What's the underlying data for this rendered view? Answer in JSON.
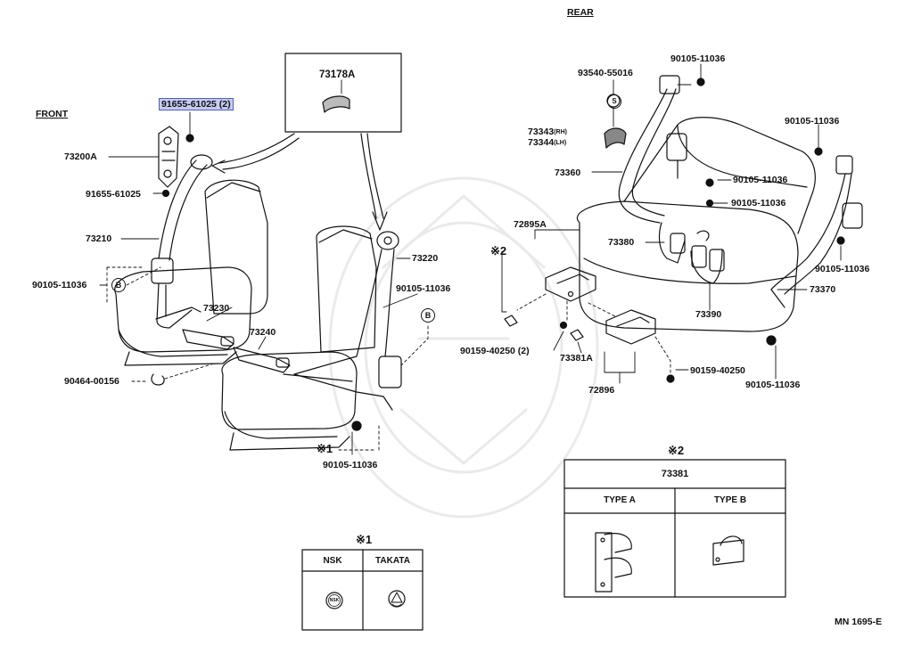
{
  "sections": {
    "front": "FRONT",
    "rear": "REAR"
  },
  "front_parts": {
    "p_91655_61025_2": "91655-61025 (2)",
    "p_73200A": "73200A",
    "p_91655_61025": "91655-61025",
    "p_73210": "73210",
    "p_90105_11036_b": "90105-11036",
    "b_marker": "B",
    "p_73230": "73230",
    "p_73240": "73240",
    "p_90464_00156": "90464-00156",
    "p_73178A": "73178A",
    "p_73220": "73220",
    "p_90105_11036_b2": "90105-11036",
    "b_marker2": "B",
    "note1_marker": "※1",
    "p_90105_11036_bottom": "90105-11036"
  },
  "rear_parts": {
    "p_93540_55016": "93540-55016",
    "s_marker": "S",
    "p_73343": "73343",
    "p_73343_rh": "(RH)",
    "p_73344": "73344",
    "p_73344_lh": "(LH)",
    "p_73360": "73360",
    "p_90105_11036_top": "90105-11036",
    "p_90105_11036_right": "90105-11036",
    "p_90105_11036_mid": "90105-11036",
    "p_90105_11036_mid2": "90105-11036",
    "p_90105_11036_r2": "90105-11036",
    "p_72895A": "72895A",
    "note2_marker": "※2",
    "p_73380": "73380",
    "p_73370": "73370",
    "p_73390": "73390",
    "p_90159_40250_2": "90159-40250 (2)",
    "p_73381A": "73381A",
    "p_90159_40250": "90159-40250",
    "p_72896": "72896",
    "p_90105_11036_br": "90105-11036"
  },
  "note2_box": {
    "marker": "※2",
    "part": "73381",
    "col_a": "TYPE A",
    "col_b": "TYPE B"
  },
  "note1_box": {
    "marker": "※1",
    "col_a": "NSK",
    "col_b": "TAKATA",
    "logo_a": "NSK"
  },
  "diagram_code": "MN 1695-E",
  "colors": {
    "highlight_fill": "#c5cbf0",
    "highlight_border": "#5560b8",
    "ink": "#111111"
  }
}
